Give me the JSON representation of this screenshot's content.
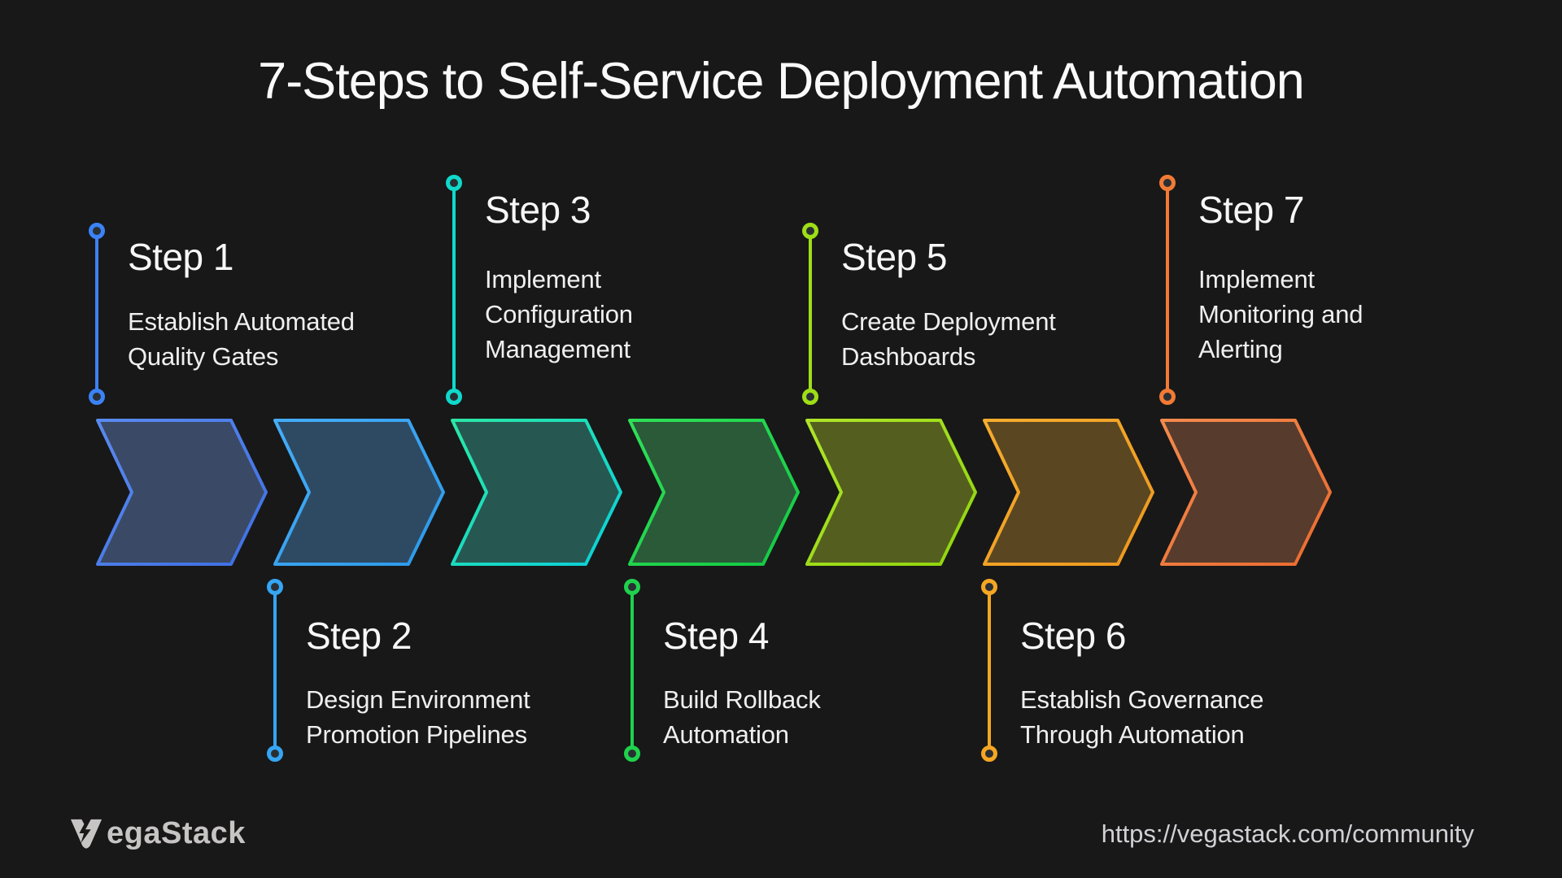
{
  "title": "7-Steps to Self-Service Deployment Automation",
  "steps": [
    {
      "label": "Step 1",
      "description_lines": [
        "Establish Automated",
        "Quality Gates"
      ],
      "side": "top",
      "height": "low",
      "line_color": "#3b82f6",
      "chevron_stroke_from": "#5a8aef",
      "chevron_stroke_to": "#3d6fe2",
      "chevron_fill": "#3a4965"
    },
    {
      "label": "Step 2",
      "description_lines": [
        "Design Environment",
        "Promotion Pipelines"
      ],
      "side": "bottom",
      "height": "low",
      "line_color": "#35a5f4",
      "chevron_stroke_from": "#45adf8",
      "chevron_stroke_to": "#2c99e9",
      "chevron_fill": "#2e4a63"
    },
    {
      "label": "Step 3",
      "description_lines": [
        "Implement",
        "Configuration",
        "Management"
      ],
      "side": "top",
      "height": "high",
      "line_color": "#0fd9cb",
      "chevron_stroke_from": "#2be7a6",
      "chevron_stroke_to": "#0acfda",
      "chevron_fill": "#265851"
    },
    {
      "label": "Step 4",
      "description_lines": [
        "Build Rollback",
        "Automation"
      ],
      "side": "bottom",
      "height": "low",
      "line_color": "#1fd24c",
      "chevron_stroke_from": "#2fe058",
      "chevron_stroke_to": "#12c943",
      "chevron_fill": "#2b5a38"
    },
    {
      "label": "Step 5",
      "description_lines": [
        "Create Deployment",
        "Dashboards"
      ],
      "side": "top",
      "height": "low",
      "line_color": "#9ede17",
      "chevron_stroke_from": "#aee52a",
      "chevron_stroke_to": "#8fd40c",
      "chevron_fill": "#545f1f"
    },
    {
      "label": "Step 6",
      "description_lines": [
        "Establish Governance",
        "Through Automation"
      ],
      "side": "bottom",
      "height": "low",
      "line_color": "#f5a623",
      "chevron_stroke_from": "#f6ac2e",
      "chevron_stroke_to": "#ee981d",
      "chevron_fill": "#5a4722"
    },
    {
      "label": "Step 7",
      "description_lines": [
        "Implement",
        "Monitoring and",
        "Alerting"
      ],
      "side": "top",
      "height": "high",
      "line_color": "#f27a35",
      "chevron_stroke_from": "#f28a4d",
      "chevron_stroke_to": "#ea6b2e",
      "chevron_fill": "#573b2d"
    }
  ],
  "footer": {
    "brand": "VegaStack",
    "logo_icon": "v-lightning-bolt-icon",
    "url": "https://vegastack.com/community"
  }
}
